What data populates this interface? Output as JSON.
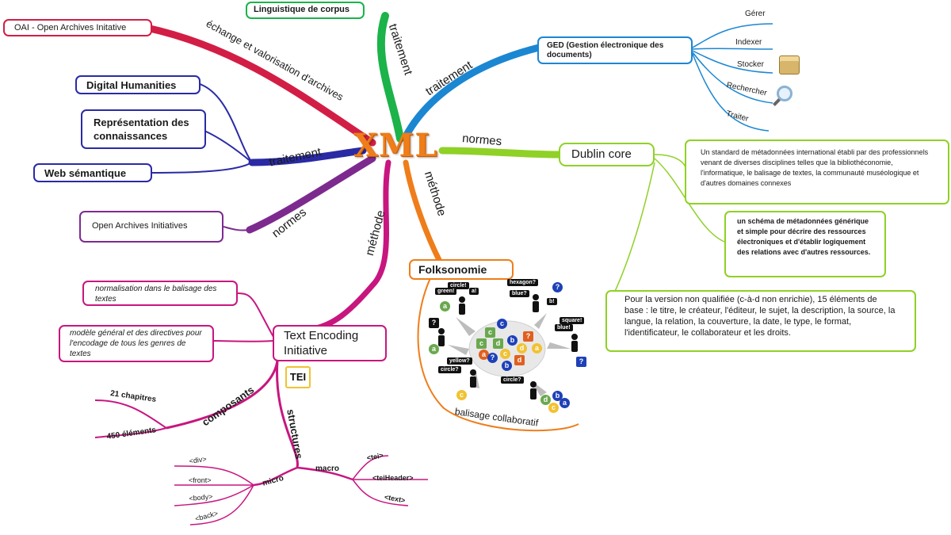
{
  "center": {
    "title": "XML"
  },
  "top": {
    "corpus": "Linguistique de corpus",
    "traitement_corpus": "traitement",
    "oai": "OAI - Open Archives Initative",
    "echange": "échange et valorisation d'archives",
    "ged": "GED (Gestion électronique des documents)",
    "traitement_ged": "traitement",
    "ged_items": [
      "Gérer",
      "Indexer",
      "Stocker",
      "Rechercher",
      "Traiter"
    ]
  },
  "left": {
    "dh": "Digital Humanities",
    "rep": "Représentation des connaissances",
    "web": "Web sémantique",
    "traitement": "traitement",
    "normes": "normes",
    "oai2": "Open Archives Initiatives",
    "methode": "méthode"
  },
  "right": {
    "normes": "normes",
    "dublin": "Dublin core",
    "dublin_def1": "Un standard de métadonnées international établi par des professionnels venant de diverses disciplines telles que la bibliothéconomie, l'informatique, le balisage de textes, la communauté muséologique et d'autres domaines connexes",
    "dublin_def2": "un schéma de métadonnées générique et simple pour décrire des ressources électroniques et d'établir logiquement des relations avec d'autres ressources.",
    "dublin_def3": "Pour la version non qualifiée (c-à-d non enrichie), 15 éléments de base : le titre, le créateur, l'éditeur, le sujet, la description, la source, la langue, la relation, la couverture, la date, le type, le format, l'identificateur, le collaborateur et les droits.",
    "methode": "méthode",
    "folk": "Folksonomie",
    "balisage": "balisage collaboratif",
    "folk_tags": [
      "circle!",
      "green!",
      "a!",
      "hexagon?",
      "blue?",
      "b!",
      "square!",
      "blue!",
      "yellow?",
      "circle?",
      "circle?"
    ],
    "folk_glyphs": [
      "?",
      "a",
      "b",
      "c",
      "d"
    ]
  },
  "tei": {
    "title": "Text Encoding Initiative",
    "note1": "normalisation dans le balisage des textes",
    "note2": "modèle général et des directives pour l'encodage de tous les genres de textes",
    "logo": "TEI",
    "composants": "composants",
    "chapitres": "21 chapitres",
    "elements": "450 éléments",
    "structures": "structures",
    "macro": "macro",
    "micro": "micro",
    "macro_items": [
      "<tei>",
      "<teiHeader>",
      "<text>"
    ],
    "micro_items": [
      "<div>",
      "<front>",
      "<body>",
      "<back>"
    ]
  },
  "colors": {
    "orange": "#ef7d1a",
    "green": "#1bb34a",
    "blue": "#1b87d2",
    "crimson": "#d21e45",
    "navy": "#2a2aa5",
    "purple": "#7d2a8f",
    "magenta": "#c8167f",
    "lime": "#8fd126"
  }
}
